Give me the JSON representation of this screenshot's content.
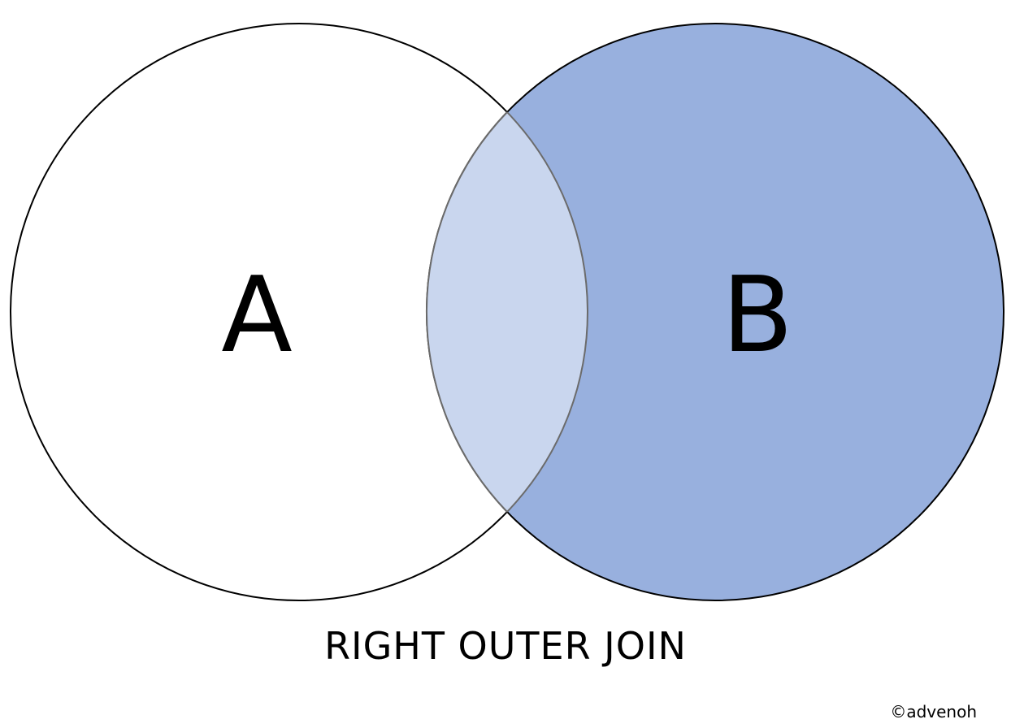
{
  "diagram": {
    "set_a_label": "A",
    "set_b_label": "B",
    "caption": "RIGHT OUTER JOIN",
    "credit": "©advenoh",
    "colors": {
      "set_a_fill": "#ffffff",
      "set_b_fill": "#98b0de",
      "intersection_fill": "#c9d6ee",
      "outline": "#000000",
      "intersection_outline": "#6b6b6b"
    }
  }
}
